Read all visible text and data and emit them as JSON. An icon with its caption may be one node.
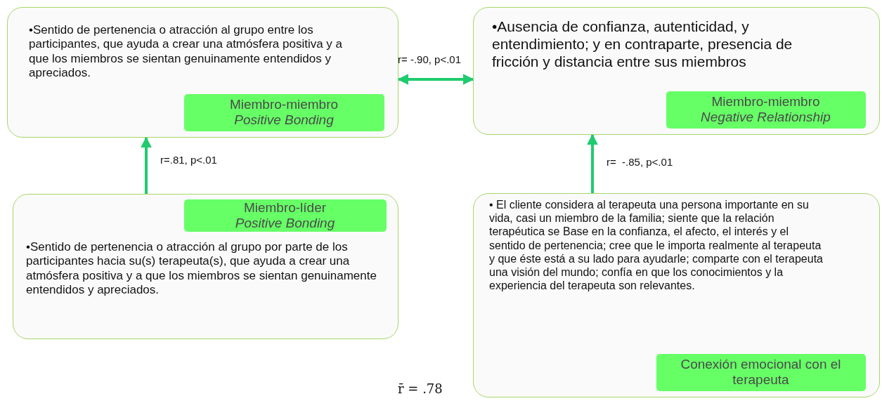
{
  "diagram": {
    "nodes": [
      {
        "text": [
          "•Sentido de pertenencia o atracción al grupo entre los participantes, que ayuda a crear una atmósfera positiva y a que los miembros se sientan genuinamente entendidos y apreciados."
        ]
      },
      {
        "text": [
          "Miembro-miembro",
          "Positive Bonding"
        ],
        "in": 0
      },
      {
        "text": [
          "•Ausencia de confianza, autenticidad, y entendimiento; y en contraparte, presencia de fricción y distancia entre sus miembros"
        ]
      },
      {
        "text": [
          "Miembro-miembro",
          "Negative Relationship"
        ],
        "in": 2
      },
      {
        "text": [
          "Miembro-líder",
          "Positive Bonding"
        ],
        "in": 5
      },
      {
        "text": [
          "•Sentido de pertenencia o atracción al grupo por parte de los participantes hacia su(s) terapeuta(s), que ayuda a crear una atmósfera positiva y a que los miembros se sientan genuinamente entendidos y apreciados."
        ]
      },
      {
        "text": [
          "• El cliente considera al terapeuta una persona importante en su vida, casi un miembro de la familia; siente que la relación terapéutica se Base en la confianza, el afecto, el interés y el sentido de pertenencia; cree que le importa realmente al terapeuta y que éste está a su lado para ayudarle; comparte con el terapeuta una visión del mundo; confía en que los conocimientos y la experiencia del terapeuta son relevantes."
        ]
      },
      {
        "text": [
          "Conexión emocional con el terapeuta"
        ],
        "in": 6
      }
    ],
    "edges": [
      {
        "from": 0,
        "to": 2,
        "arrow": "both",
        "label": "r= -.90, p<.01"
      },
      {
        "from": 5,
        "to": 0,
        "arrow": "to",
        "label": "r=.81, p<.01"
      },
      {
        "from": 6,
        "to": 2,
        "arrow": "to",
        "label": "r=  -.85, p<.01"
      }
    ],
    "labels": [
      "r̄ = .78"
    ]
  }
}
